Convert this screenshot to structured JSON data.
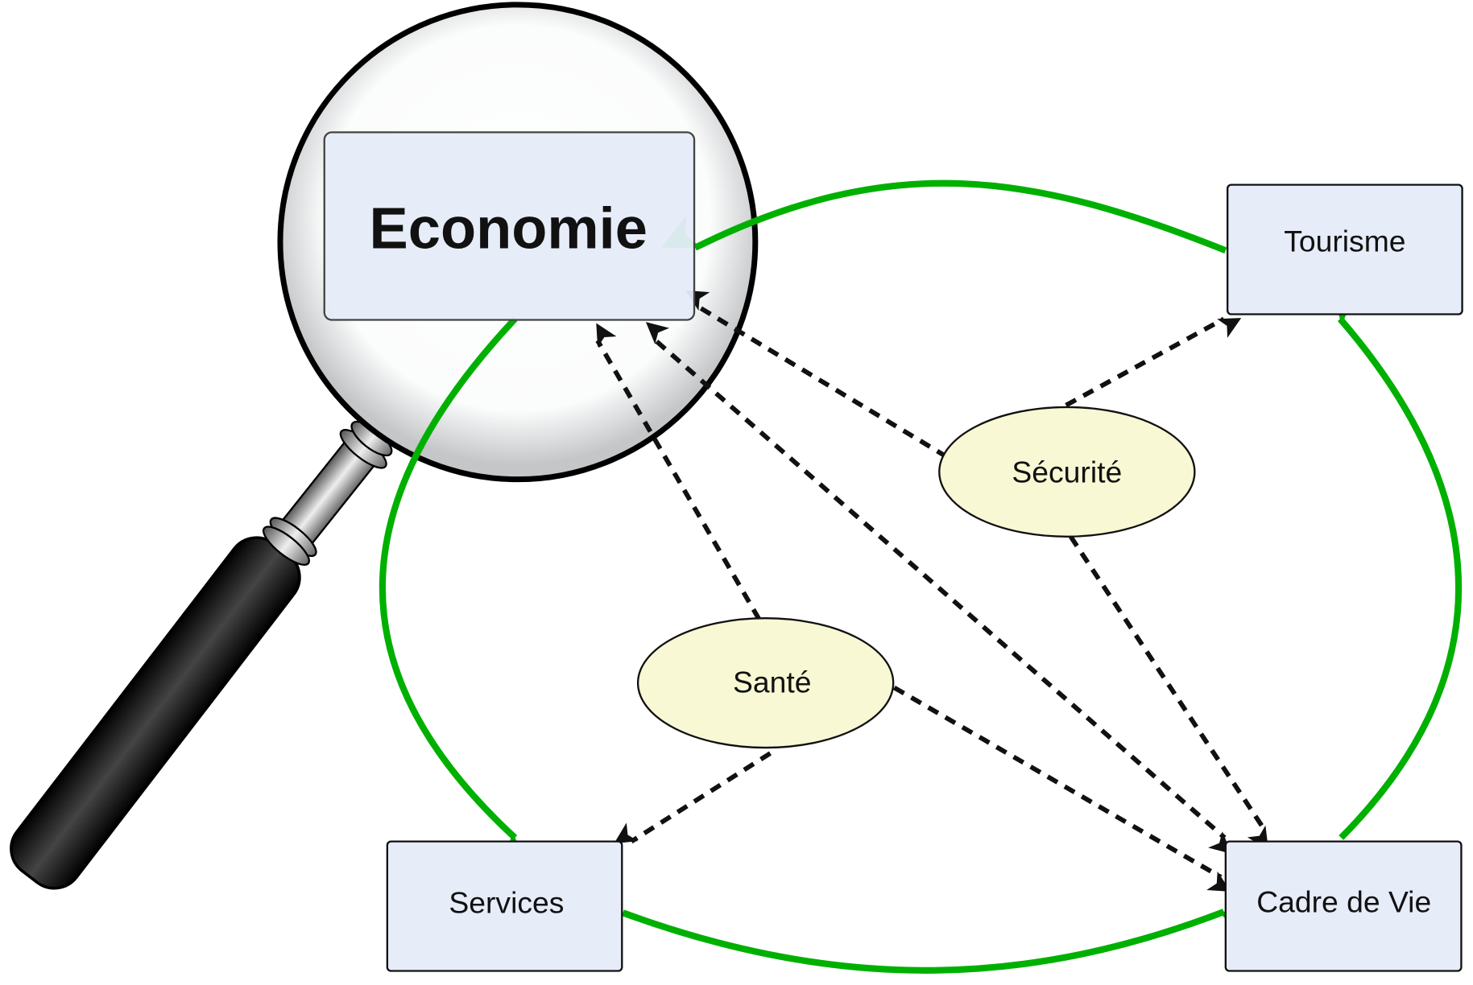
{
  "nodes": {
    "economie": {
      "label": "Economie"
    },
    "tourisme": {
      "label": "Tourisme"
    },
    "services": {
      "label": "Services"
    },
    "cadre_de_vie": {
      "label": "Cadre de Vie"
    },
    "securite": {
      "label": "Sécurité"
    },
    "sante": {
      "label": "Santé"
    }
  },
  "edges": {
    "strong": [
      {
        "from": "Tourisme",
        "to": "Economie"
      },
      {
        "from": "Economie",
        "to": "Services"
      },
      {
        "from": "Services",
        "to": "Cadre de Vie"
      },
      {
        "from": "Cadre de Vie",
        "to": "Tourisme"
      }
    ],
    "weak": [
      {
        "from": "Sécurité",
        "to": "Tourisme"
      },
      {
        "from": "Sécurité",
        "to": "Economie"
      },
      {
        "from": "Sécurité",
        "to": "Cadre de Vie"
      },
      {
        "from": "Santé",
        "to": "Economie"
      },
      {
        "from": "Santé",
        "to": "Cadre de Vie"
      },
      {
        "from": "Santé",
        "to": "Services"
      },
      {
        "from": "Economie",
        "to": "Cadre de Vie",
        "bidirectional": true
      }
    ]
  },
  "colors": {
    "strong_edge": "#00b000",
    "weak_edge": "#111111",
    "box_fill": "#e6ecf8",
    "ellipse_fill": "#f8f8d4"
  }
}
